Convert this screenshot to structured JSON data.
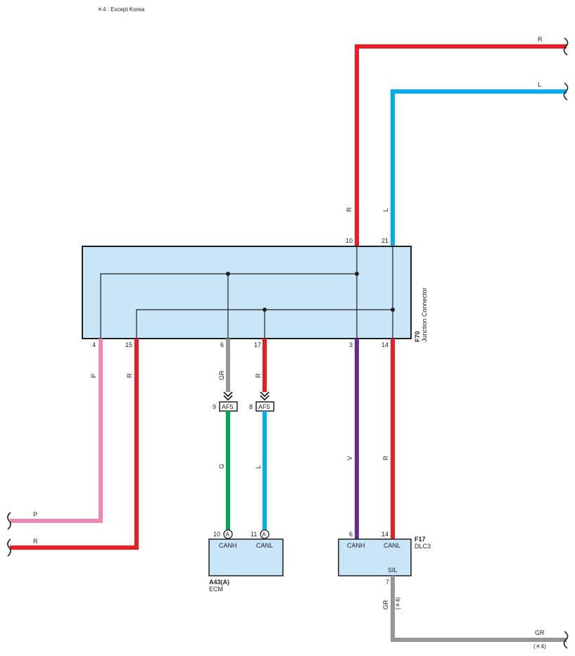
{
  "note": "＊4 : Except Korea",
  "colors": {
    "red": "#ed1c24",
    "blue": "#00aeef",
    "pink": "#f088b6",
    "gray": "#939598",
    "green": "#00a651",
    "purple": "#6a2c91",
    "box_fill": "#c8e6f7",
    "outline": "#231f20"
  },
  "junction_connector": {
    "code": "F70",
    "name": "Junction Connector",
    "pins_top": [
      "10",
      "21"
    ],
    "pins_bottom": [
      "4",
      "15",
      "6",
      "17",
      "3",
      "14"
    ]
  },
  "connectors": {
    "af5_left": {
      "label": "AF5",
      "pin": "9"
    },
    "af5_right": {
      "label": "AF5",
      "pin": "8"
    }
  },
  "ecm": {
    "code": "A43(A)",
    "name": "ECM",
    "pins": [
      "10",
      "11"
    ],
    "terminals": [
      "CANH",
      "CANL"
    ],
    "pin_marker": "A"
  },
  "dlc3": {
    "code": "F17",
    "name": "DLC3",
    "pins": [
      "6",
      "14",
      "7"
    ],
    "terminals": [
      "CANH",
      "CANL",
      "SIL"
    ]
  },
  "wire_labels": {
    "top_red": "R",
    "top_blue": "L",
    "vert_red_top": "R",
    "vert_blue_top": "L",
    "pink": "P",
    "red15": "R",
    "gray6": "GR",
    "red17": "R",
    "green": "G",
    "blue_l": "L",
    "purple": "V",
    "red14": "R",
    "left_pink": "P",
    "left_red": "R",
    "gray_sil": "GR",
    "gray_sil_note": "(＊4)",
    "bottom_gray": "GR",
    "bottom_gray_note": "(＊4)"
  }
}
